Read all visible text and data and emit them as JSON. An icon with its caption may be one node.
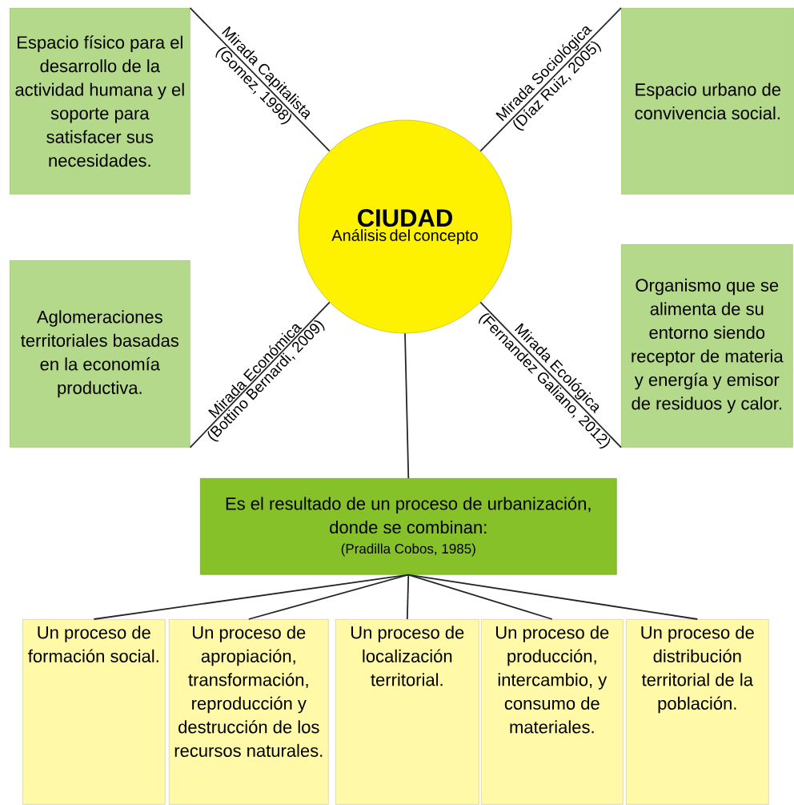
{
  "diagram": {
    "nodes": [
      {
        "text": [
          "CIUDAD",
          "Análisis del concepto"
        ]
      },
      {
        "text": [
          "Espacio físico para el desarrollo de la actividad humana y el soporte para satisfacer sus necesidades."
        ]
      },
      {
        "text": [
          "Espacio urbano de convivencia social."
        ]
      },
      {
        "text": [
          "Aglomeraciones territoriales basadas en la economía productiva."
        ]
      },
      {
        "text": [
          "Organismo que se alimenta de su entorno siendo receptor de materia y energía y emisor de residuos y calor."
        ]
      },
      {
        "text": [
          "Es el resultado de un proceso de urbanización, donde se combinan:",
          "(Pradilla Cobos, 1985)"
        ]
      },
      {
        "text": [
          "Un proceso de formación social."
        ]
      },
      {
        "text": [
          "Un proceso de apropiación, transformación, reproducción y destrucción de los recursos naturales."
        ]
      },
      {
        "text": [
          "Un proceso de localización territorial."
        ]
      },
      {
        "text": [
          "Un proceso de producción, intercambio, y consumo de materiales."
        ]
      },
      {
        "text": [
          "Un proceso de distribución territorial de la población."
        ]
      }
    ],
    "edges": [
      {
        "from": 1,
        "to": 0,
        "arrow": "none",
        "label": "Mirada Capitalista"
      },
      {
        "from": 2,
        "to": 0,
        "arrow": "none",
        "label": "Mirada Sociológica"
      },
      {
        "from": 3,
        "to": 0,
        "arrow": "none",
        "label": "Mirada Económica"
      },
      {
        "from": 4,
        "to": 0,
        "arrow": "none",
        "label": "Mirada Ecológica"
      },
      {
        "from": 0,
        "to": 5,
        "arrow": "none"
      },
      {
        "from": 5,
        "to": 6,
        "arrow": "none"
      },
      {
        "from": 5,
        "to": 7,
        "arrow": "none"
      },
      {
        "from": 5,
        "to": 8,
        "arrow": "none"
      },
      {
        "from": 5,
        "to": 9,
        "arrow": "none"
      },
      {
        "from": 5,
        "to": 10,
        "arrow": "none"
      }
    ],
    "labels": [
      "(Gomez, 1998)",
      "(Díaz Ruiz, 2005)",
      "(Bottino Bernardi, 2009)",
      "(Fernandez Galiano, 2012)"
    ]
  }
}
